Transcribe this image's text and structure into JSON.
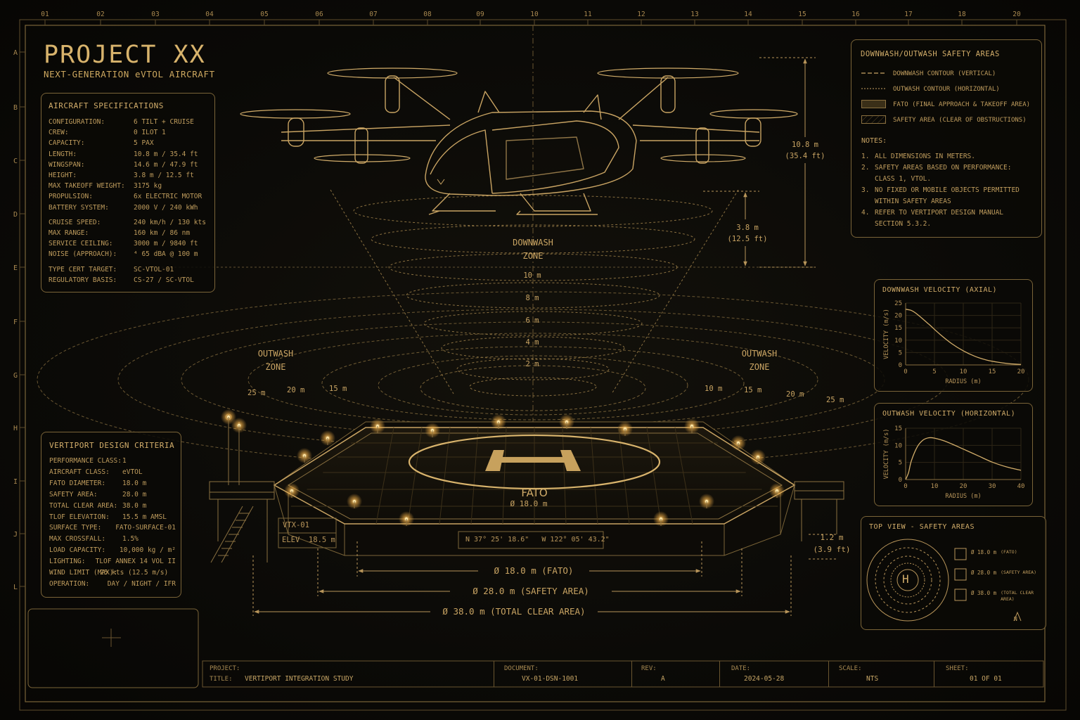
{
  "header": {
    "title": "PROJECT XX",
    "subtitle": "NEXT-GENERATION eVTOL AIRCRAFT"
  },
  "grid": {
    "columns": [
      "01",
      "02",
      "03",
      "04",
      "05",
      "06",
      "07",
      "08",
      "09",
      "10",
      "11",
      "12",
      "13",
      "14",
      "15",
      "16",
      "17",
      "18",
      "20"
    ],
    "rows": [
      "A",
      "B",
      "C",
      "D",
      "E",
      "F",
      "G",
      "H",
      "I",
      "J",
      "L"
    ]
  },
  "specs": {
    "title": "AIRCRAFT SPECIFICATIONS",
    "group1": [
      {
        "k": "CONFIGURATION:",
        "v": "6 TILT + CRUISE"
      },
      {
        "k": "CREW:",
        "v": "0 ILOT 1"
      },
      {
        "k": "CAPACITY:",
        "v": "5 PAX"
      },
      {
        "k": "LENGTH:",
        "v": "10.8 m / 35.4 ft"
      },
      {
        "k": "WINGSPAN:",
        "v": "14.6 m / 47.9 ft"
      },
      {
        "k": "HEIGHT:",
        "v": "3.8 m / 12.5 ft"
      },
      {
        "k": "MAX TAKEOFF WEIGHT:",
        "v": "3175 kg"
      },
      {
        "k": "PROPULSION:",
        "v": "6x ELECTRIC MOTOR"
      },
      {
        "k": "BATTERY SYSTEM:",
        "v": "2000 V / 240 kWh"
      }
    ],
    "group2": [
      {
        "k": "CRUISE SPEED:",
        "v": "240 km/h / 130 kts"
      },
      {
        "k": "MAX RANGE:",
        "v": "160 km / 86 nm"
      },
      {
        "k": "SERVICE CEILING:",
        "v": "3000 m / 9840 ft"
      },
      {
        "k": "NOISE (APPROACH):",
        "v": "⁴ 65 dBA @ 100 m"
      }
    ],
    "group3": [
      {
        "k": "TYPE CERT TARGET:",
        "v": "SC-VTOL-01"
      },
      {
        "k": "REGULATORY BASIS:",
        "v": "CS-27 / SC-VTOL"
      }
    ]
  },
  "vertiport": {
    "title": "VERTIPORT DESIGN CRITERIA",
    "rows": [
      {
        "k": "PERFORMANCE CLASS:",
        "v": "1"
      },
      {
        "k": "AIRCRAFT CLASS:",
        "v": "eVTOL"
      },
      {
        "k": "FATO DIAMETER:",
        "v": "18.0 m"
      },
      {
        "k": "SAFETY AREA:",
        "v": "28.0 m"
      },
      {
        "k": "TOTAL CLEAR AREA:",
        "v": "38.0 m"
      },
      {
        "k": "TLOF ELEVATION:",
        "v": "15.5 m AMSL"
      },
      {
        "k": "SURFACE TYPE:",
        "v": "FATO-SURFACE-01"
      },
      {
        "k": "MAX CROSSFALL:",
        "v": "1.5%"
      },
      {
        "k": "LOAD CAPACITY:",
        "v": "10,000 kg / m²"
      },
      {
        "k": "LIGHTING:",
        "v": "TLOF ANNEX 14 VOL II"
      },
      {
        "k": "WIND LIMIT (MAX):",
        "v": "25 kts (12.5 m/s)"
      },
      {
        "k": "OPERATION:",
        "v": "DAY / NIGHT / IFR"
      }
    ]
  },
  "legend": {
    "title": "DOWNWASH/OUTWASH SAFETY AREAS",
    "items": [
      "DOWNWASH CONTOUR (VERTICAL)",
      "OUTWASH CONTOUR (HORIZONTAL)",
      "FATO (FINAL APPROACH & TAKEOFF AREA)",
      "SAFETY AREA (CLEAR OF OBSTRUCTIONS)"
    ],
    "notes_title": "NOTES:",
    "notes": [
      {
        "n": "1.",
        "t": "ALL DIMENSIONS IN METERS."
      },
      {
        "n": "2.",
        "t": "SAFETY AREAS BASED ON PERFORMANCE: CLASS 1, VTOL."
      },
      {
        "n": "3.",
        "t": "NO FIXED OR MOBILE OBJECTS PERMITTED WITHIN SAFETY AREAS"
      },
      {
        "n": "4.",
        "t": "REFER TO VERTIPORT DESIGN MANUAL SECTION 5.3.2."
      }
    ]
  },
  "chart_data": [
    {
      "type": "line",
      "title": "DOWNWASH VELOCITY (AXIAL)",
      "xlabel": "RADIUS (m)",
      "ylabel": "VELOCITY (m/s)",
      "xlim": [
        0,
        20
      ],
      "ylim": [
        0,
        25
      ],
      "xticks": [
        "0",
        "5",
        "10",
        "15",
        "20"
      ],
      "yticks": [
        "0",
        "5",
        "10",
        "15",
        "20",
        "25"
      ],
      "x": [
        0,
        1,
        2,
        4,
        6,
        8,
        10,
        12,
        14,
        16,
        18,
        20
      ],
      "y": [
        22.5,
        22,
        20.5,
        16.5,
        12.3,
        8.6,
        5.7,
        3.5,
        2,
        1.1,
        0.5,
        0.2
      ]
    },
    {
      "type": "line",
      "title": "OUTWASH VELOCITY (HORIZONTAL)",
      "xlabel": "RADIUS (m)",
      "ylabel": "VELOCITY (m/s)",
      "xlim": [
        0,
        40
      ],
      "ylim": [
        0,
        15
      ],
      "xticks": [
        "0",
        "10",
        "20",
        "30",
        "40"
      ],
      "yticks": [
        "0",
        "5",
        "10",
        "15"
      ],
      "x": [
        0,
        1,
        2,
        4,
        6,
        8,
        10,
        13,
        16,
        20,
        25,
        30,
        35,
        40
      ],
      "y": [
        0,
        2,
        5.5,
        9.5,
        11.5,
        12.2,
        12.1,
        11.4,
        10.4,
        8.9,
        7,
        5.1,
        3.7,
        2.7
      ]
    }
  ],
  "diagram": {
    "downwash_label": [
      "DOWNWASH",
      "ZONE"
    ],
    "outwash_label": [
      "OUTWASH",
      "ZONE"
    ],
    "heights": [
      "10 m",
      "8 m",
      "6 m",
      "4 m",
      "2 m"
    ],
    "radii_left": [
      "25 m",
      "20 m",
      "15 m"
    ],
    "radii_right": [
      "10 m",
      "15 m",
      "20 m",
      "25 m"
    ],
    "length_dim": [
      "10.8 m",
      "(35.4 ft)"
    ],
    "height_dim": [
      "3.8 m",
      "(12.5 ft)"
    ],
    "pad_height_dim": [
      "1.2 m",
      "(3.9 ft)"
    ],
    "fato_label": "FATO",
    "fato_dia": "Ø 18.0 m",
    "pad_id": "VTX-01",
    "pad_elev": "ELEV  18.5 m",
    "coords": "N 37° 25' 18.6\"   W 122° 05' 43.2\"",
    "dim_fato": "Ø 18.0 m (FATO)",
    "dim_safety": "Ø 28.0 m (SAFETY AREA)",
    "dim_total": "Ø 38.0 m (TOTAL CLEAR AREA)",
    "pad_h": "H"
  },
  "topview": {
    "title": "TOP VIEW - SAFETY AREAS",
    "items": [
      {
        "dia": "Ø 18.0 m",
        "note": "(FATO)"
      },
      {
        "dia": "Ø 28.0 m",
        "note": "(SAFETY AREA)"
      },
      {
        "dia": "Ø 38.0 m",
        "note": "(TOTAL CLEAR AREA)"
      }
    ],
    "north": "N",
    "pad_h": "H"
  },
  "titleblock": {
    "project_label": "PROJECT:",
    "title_label": "TITLE:",
    "title_value": "VERTIPORT INTEGRATION STUDY",
    "document_label": "DOCUMENT:",
    "document_value": "VX-01-DSN-1001",
    "rev_label": "REV:",
    "rev_value": "A",
    "date_label": "DATE:",
    "date_value": "2024-05-28",
    "scale_label": "SCALE:",
    "scale_value": "NTS",
    "sheet_label": "SHEET:",
    "sheet_value": "01 OF 01"
  },
  "colors": {
    "accent": "#d2ad6a",
    "line": "#8a7040",
    "dim": "#5a4a2a",
    "glow": "#ffcf70",
    "background": "#0b0a07"
  }
}
